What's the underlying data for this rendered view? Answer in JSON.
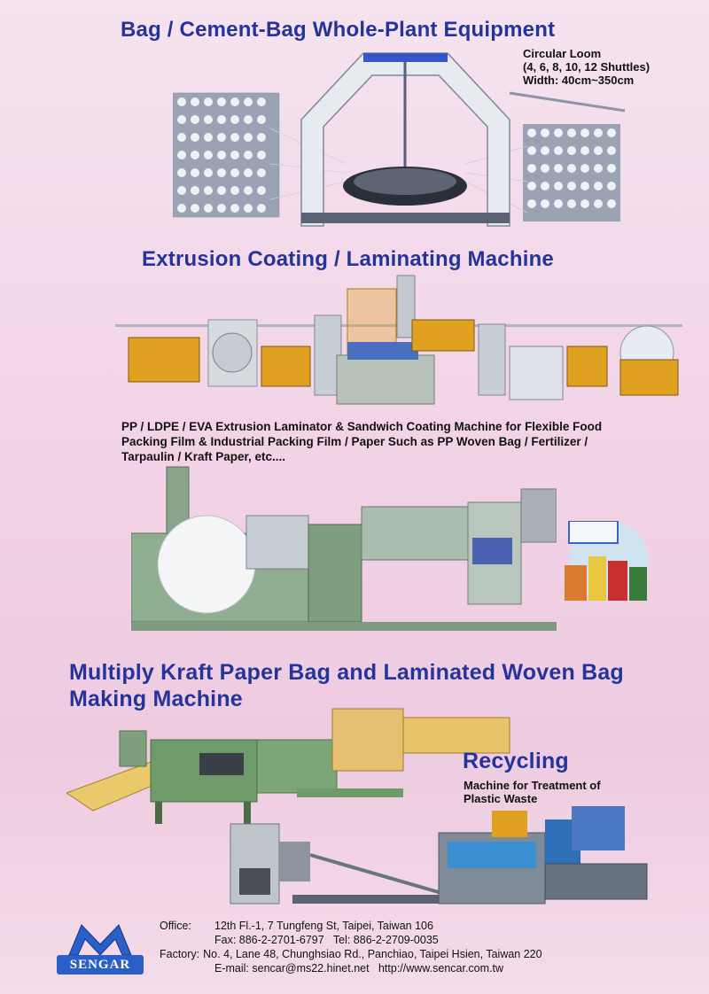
{
  "sections": {
    "loom": {
      "title": "Bag / Cement-Bag Whole-Plant Equipment",
      "caption": [
        "Circular Loom",
        "(4, 6, 8, 10, 12 Shuttles)",
        "Width: 40cm~350cm"
      ]
    },
    "extrusion": {
      "title": "Extrusion Coating / Laminating Machine",
      "description": [
        "PP / LDPE / EVA Extrusion Laminator & Sandwich Coating Machine for Flexible Food",
        "Packing Film & Industrial Packing Film / Paper Such as PP Woven Bag / Fertilizer /",
        "Tarpaulin / Kraft Paper, etc...."
      ]
    },
    "kraft": {
      "title_line1": "Multiply Kraft Paper Bag and Laminated Woven Bag",
      "title_line2": "Making Machine"
    },
    "recycling": {
      "title": "Recycling",
      "caption": [
        "Machine for Treatment of",
        "Plastic Waste"
      ]
    }
  },
  "logo": {
    "text": "SENGAR",
    "color": "#2a5fc8"
  },
  "footer": {
    "office_label": "Office:",
    "office_address": "12th Fl.-1, 7 Tungfeng St, Taipei, Taiwan 106",
    "phones": "Fax: 886-2-2701-6797   Tel: 886-2-2709-0035",
    "factory_label": "Factory:",
    "factory_address": "No. 4, Lane 48, Chunghsiao Rd., Panchiao, Taipei Hsien, Taiwan 220",
    "contact": "E-mail: sencar@ms22.hinet.net   http://www.sencar.com.tw"
  },
  "colors": {
    "title": "#24349a",
    "machine_green": "#6f9a6a",
    "machine_yellow": "#e0a020"
  }
}
